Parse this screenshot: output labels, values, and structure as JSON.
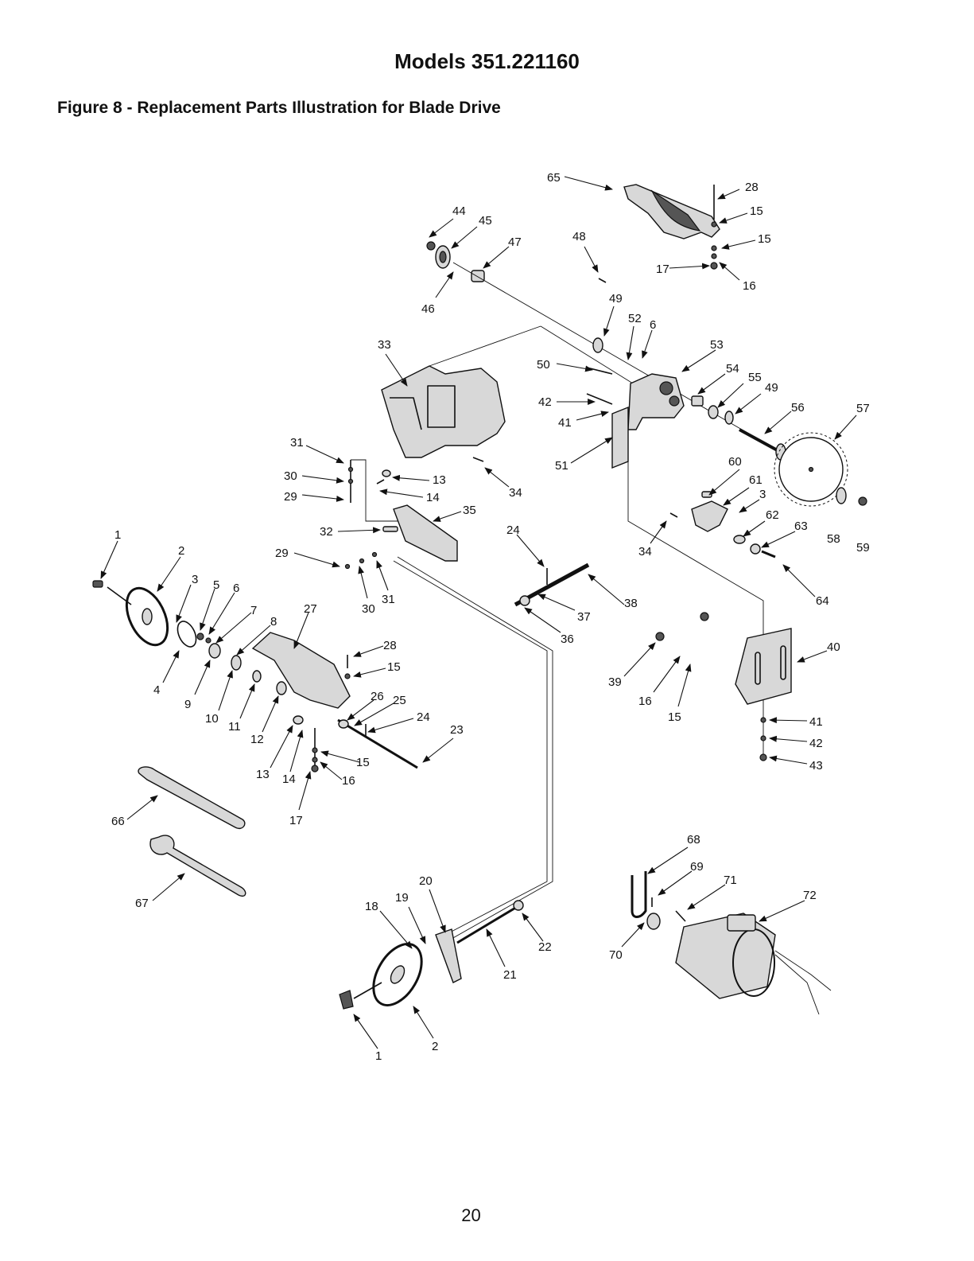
{
  "header": {
    "title": "Models 351.221160"
  },
  "figure": {
    "title": "Figure 8 - Replacement Parts Illustration for Blade Drive"
  },
  "page_number": "20",
  "callouts": [
    "1",
    "2",
    "3",
    "4",
    "5",
    "6",
    "7",
    "8",
    "9",
    "10",
    "11",
    "12",
    "13",
    "14",
    "15",
    "16",
    "17",
    "18",
    "19",
    "20",
    "21",
    "22",
    "23",
    "24",
    "25",
    "26",
    "27",
    "28",
    "29",
    "30",
    "31",
    "32",
    "33",
    "34",
    "35",
    "36",
    "37",
    "38",
    "39",
    "40",
    "41",
    "42",
    "43",
    "44",
    "45",
    "46",
    "47",
    "48",
    "49",
    "50",
    "51",
    "52",
    "53",
    "54",
    "55",
    "56",
    "57",
    "58",
    "59",
    "60",
    "61",
    "62",
    "63",
    "64",
    "65",
    "66",
    "67",
    "68",
    "69",
    "70",
    "71",
    "72"
  ]
}
